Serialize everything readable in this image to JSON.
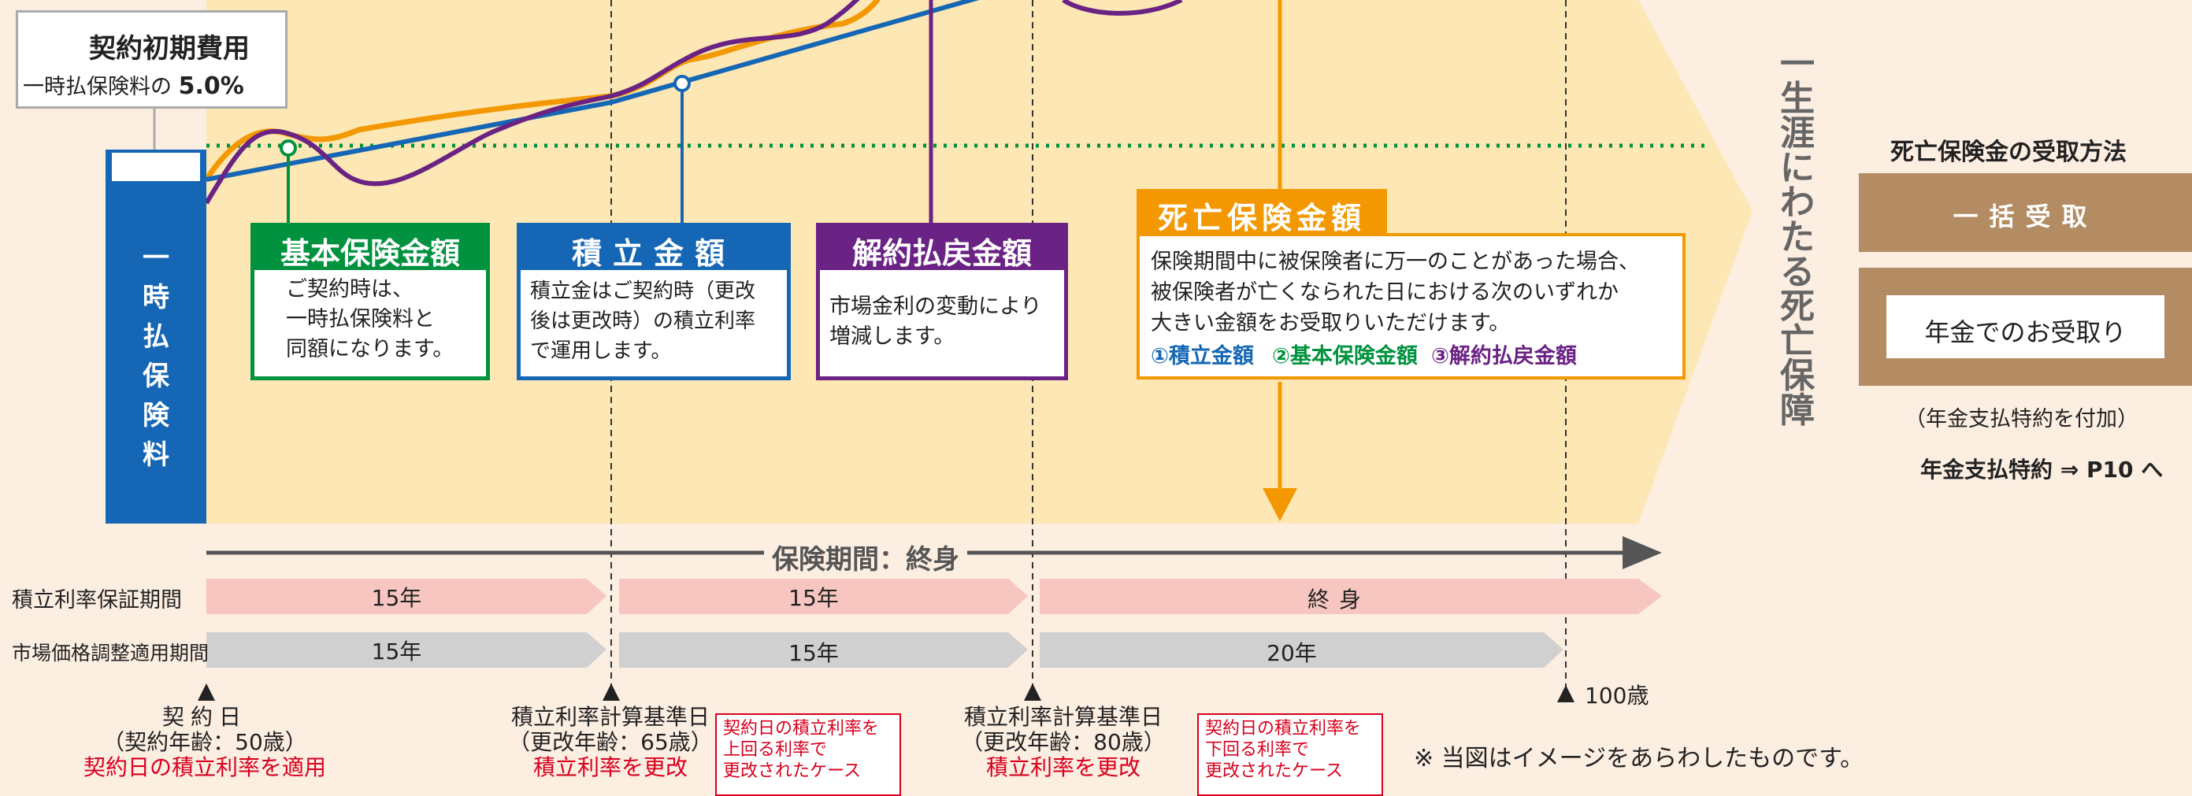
{
  "warning": {
    "title": "契約初期費用",
    "desc_prefix": "一時払保険料の",
    "desc_value": "5.0%"
  },
  "lump_sum": {
    "label": "一時払保険料",
    "chars": [
      "一",
      "時",
      "払",
      "保",
      "険",
      "料"
    ]
  },
  "boxes": {
    "basic": {
      "title": "基本保険金額",
      "lines": [
        "ご契約時は、",
        "一時払保険料と",
        "同額になります。"
      ]
    },
    "reserve": {
      "title": "積立金額",
      "lines": [
        "積立金はご契約時（更改",
        "後は更改時）の積立利率",
        "で運用します。"
      ]
    },
    "surrender": {
      "title": "解約払戻金額",
      "lines": [
        "市場金利の変動により",
        "増減します。"
      ]
    },
    "death": {
      "title": "死亡保険金額",
      "lines": [
        "保険期間中に被保険者に万一のことがあった場合、",
        "被保険者が亡くなられた日における次のいずれか",
        "大きい金額をお受取りいただけます。"
      ],
      "options": [
        "①積立金額",
        "②基本保険金額",
        "③解約払戻金額"
      ]
    }
  },
  "lifetime_text": [
    "一",
    "生",
    "涯",
    "に",
    "わ",
    "た",
    "る",
    "死",
    "亡",
    "保",
    "障"
  ],
  "receive": {
    "title": "死亡保険金の受取方法",
    "lump": "一括受取",
    "annuity": "年金でのお受取り",
    "note": "（年金支払特約を付加）",
    "link_text": "年金支払特約 ⇒ P10 へ"
  },
  "period": {
    "label": "保険期間：終身"
  },
  "rows": {
    "guarantee": {
      "label": "積立利率保証期間",
      "segments": [
        "15年",
        "15年",
        "終身"
      ]
    },
    "mva": {
      "label": "市場価格調整適用期間",
      "segments": [
        "15年",
        "15年",
        "20年"
      ]
    }
  },
  "timeline": {
    "contract": {
      "lines": [
        "契約日",
        "（契約年齢：50歳）"
      ],
      "red": "契約日の積立利率を適用"
    },
    "renew1": {
      "lines": [
        "積立利率計算基準日",
        "（更改年齢：65歳）"
      ],
      "red": "積立利率を更改",
      "callout": [
        "契約日の積立利率を",
        "上回る利率で",
        "更改されたケース"
      ]
    },
    "renew2": {
      "lines": [
        "積立利率計算基準日",
        "（更改年齢：80歳）"
      ],
      "red": "積立利率を更改",
      "callout": [
        "契約日の積立利率を",
        "下回る利率で",
        "更改されたケース"
      ]
    },
    "age100": "100歳"
  },
  "note": "※ 当図はイメージをあらわしたものです。",
  "colors": {
    "background": "#fdeee2",
    "area": "#fde7b4",
    "blue": "#1567b5",
    "green": "#00923f",
    "purple": "#6a2284",
    "orange": "#f39800",
    "brown": "#b48c64",
    "pink": "#f7c6c0",
    "gray": "#d0d0d0",
    "red": "#d7001d",
    "warning_red": "#b5132e"
  }
}
